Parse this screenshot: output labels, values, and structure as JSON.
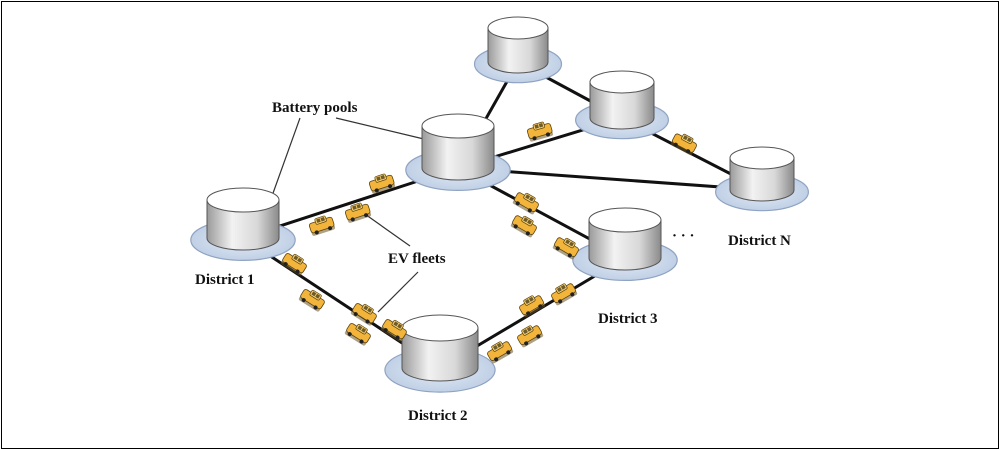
{
  "diagram": {
    "labels": {
      "battery_pools": "Battery pools",
      "ev_fleets": "EV fleets",
      "district_1": "District 1",
      "district_2": "District 2",
      "district_3": "District 3",
      "district_n": "District N",
      "ellipsis": "· · ·"
    },
    "colors": {
      "pool_top": "#ffffff",
      "pool_body_light": "#f2f2f2",
      "pool_body_dark": "#9a9a9a",
      "pool_base": "#c8d6ea",
      "pool_base_edge": "#8fa3c2",
      "road": "#111111",
      "car_body": "#f2b43a",
      "car_edge": "#5a4310"
    },
    "nodes": [
      {
        "id": "district-1",
        "label_key": "district_1"
      },
      {
        "id": "district-2",
        "label_key": "district_2"
      },
      {
        "id": "district-3",
        "label_key": "district_3"
      },
      {
        "id": "district-n",
        "label_key": "district_n"
      },
      {
        "id": "hub"
      },
      {
        "id": "upper-left"
      },
      {
        "id": "upper-right"
      }
    ]
  }
}
